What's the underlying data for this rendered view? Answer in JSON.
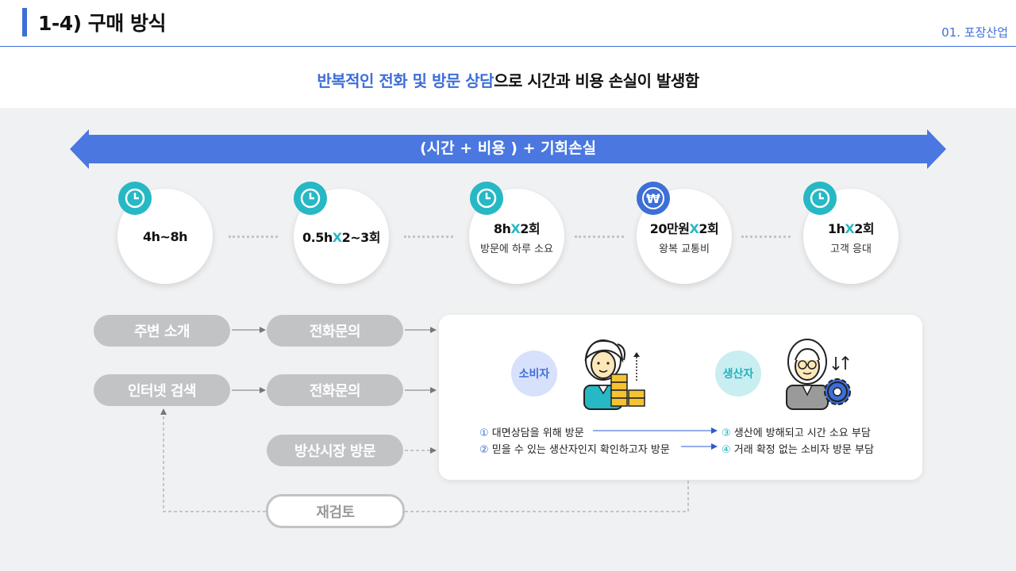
{
  "header": {
    "title": "1-4) 구매 방식",
    "section": "01. 포장산업"
  },
  "headline": {
    "highlight": "반복적인 전화 및 방문 상담",
    "rest": "으로 시간과 비용 손실이 발생함"
  },
  "banner": "(시간 + 비용 ) + 기회손실",
  "circles": [
    {
      "icon": "clock-icon",
      "main_a": "4h~8h",
      "x": "",
      "main_b": "",
      "sub": ""
    },
    {
      "icon": "clock-icon",
      "main_a": "0.5h",
      "x": "X",
      "main_b": "2~3회",
      "sub": ""
    },
    {
      "icon": "clock-icon",
      "main_a": "8h",
      "x": "X",
      "main_b": "2회",
      "sub": "방문에 하루 소요"
    },
    {
      "icon": "won-icon",
      "main_a": "20만원",
      "x": "X",
      "main_b": "2회",
      "sub": "왕복 교통비"
    },
    {
      "icon": "clock-icon",
      "main_a": "1h",
      "x": "X",
      "main_b": "2회",
      "sub": "고객 응대"
    }
  ],
  "flow": {
    "intro": "주변 소개",
    "search": "인터넷 검색",
    "call1": "전화문의",
    "call2": "전화문의",
    "visit": "방산시장 방문",
    "review": "재검토"
  },
  "panel": {
    "consumer": "소비자",
    "producer": "생산자",
    "notes": [
      {
        "num": "①",
        "text": "대면상담을 위해 방문"
      },
      {
        "num": "②",
        "text": "믿을 수 있는 생산자인지 확인하고자 방문"
      },
      {
        "num": "③",
        "text": "생산에 방해되고 시간 소요 부담"
      },
      {
        "num": "④",
        "text": "거래 확정 없는 소비자 방문 부담"
      }
    ]
  },
  "colors": {
    "accent": "#3d6fd8",
    "teal": "#26b8c4",
    "pill": "#c2c3c5"
  }
}
